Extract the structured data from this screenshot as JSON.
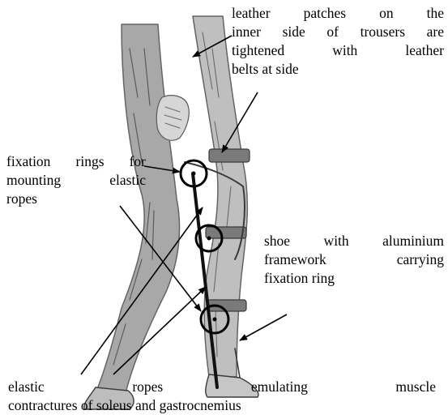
{
  "labels": {
    "leather": {
      "line1": "leather patches on the",
      "line2": "inner side of trousers are",
      "line3": "tightened with leather",
      "line4": "belts at side"
    },
    "fixation": {
      "line1": "fixation rings for",
      "line2": "mounting elastic",
      "line3": "ropes"
    },
    "shoe": {
      "line1": "shoe with aluminium",
      "line2": "framework carrying",
      "line3": "fixation ring"
    },
    "elastic": {
      "line1": "elastic ropes emulating muscle",
      "line2": "contractures of soleus and gastrocnemius"
    }
  },
  "colors": {
    "ink": "#000000",
    "sketch": "#8a8a8a",
    "sketch_dark": "#5a5a5a",
    "sketch_light": "#c8c8c8"
  }
}
